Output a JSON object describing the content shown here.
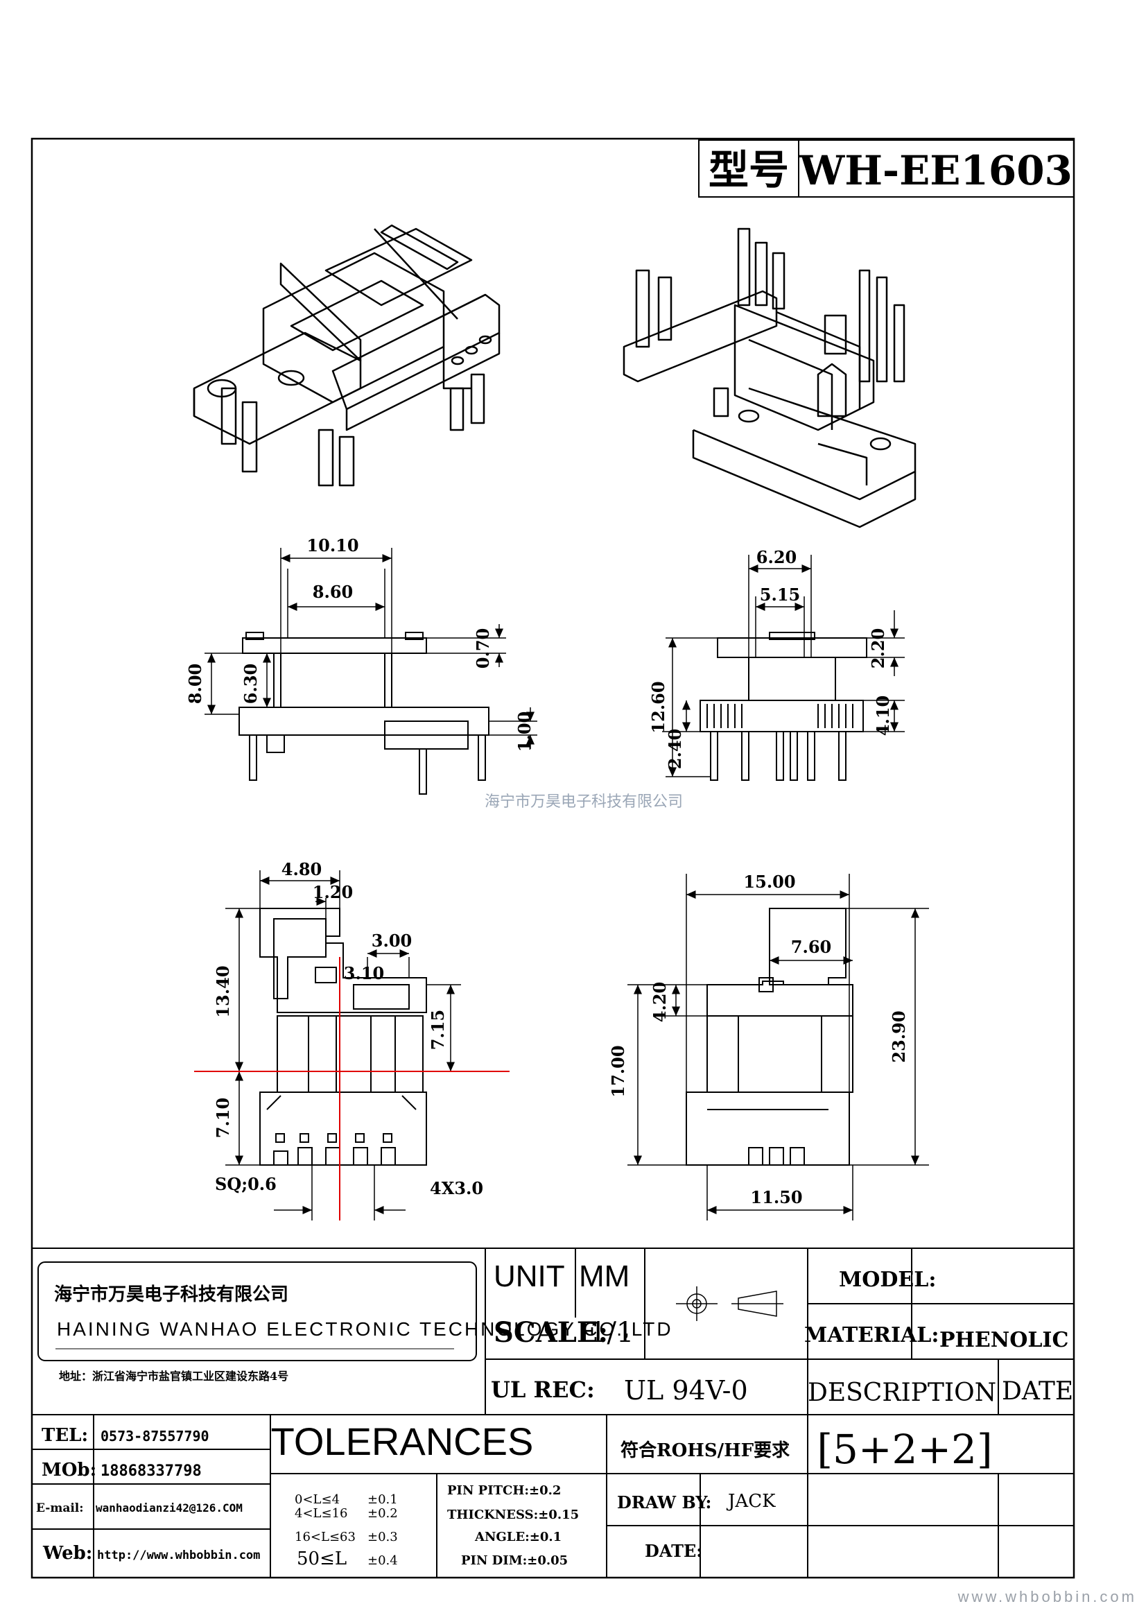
{
  "header": {
    "model_label": "型号",
    "model_no": "WH-EE1603"
  },
  "watermark": "海宁市万昊电子科技有限公司",
  "footer_url": "www.whbobbin.com",
  "top_view": {
    "dim_a": "10.10",
    "dim_b": "8.60",
    "dim_c": "0.70",
    "dim_d": "8.00",
    "dim_e": "6.30",
    "dim_f": "1.00"
  },
  "side_view": {
    "dim_a": "6.20",
    "dim_b": "5.15",
    "dim_c": "2.20",
    "dim_d": "12.60",
    "dim_e": "2.40",
    "dim_f": "4.10"
  },
  "bottom_left": {
    "dim_a": "4.80",
    "dim_b": "1.20",
    "dim_c": "3.00",
    "dim_d": "3.10",
    "dim_e": "13.40",
    "dim_f": "7.15",
    "dim_g": "7.10",
    "pin_sq": "SQ;0.6",
    "pin_pitch": "4X3.0"
  },
  "bottom_right": {
    "dim_a": "15.00",
    "dim_b": "7.60",
    "dim_c": "4.20",
    "dim_d": "17.00",
    "dim_e": "23.90",
    "dim_f": "11.50"
  },
  "title_block": {
    "company_cn": "海宁市万昊电子科技有限公司",
    "company_en": "HAINING WANHAO ELECTRONIC TECHNOLOGY CO.,LTD",
    "address": "地址：浙江省海宁市盐官镇工业区建设东路4号",
    "unit_label": "UNIT",
    "unit_value": "MM",
    "scale_label": "SCALE:",
    "scale_value": "1/1",
    "ul_label": "UL REC:",
    "ul_value": "UL 94V-0",
    "model_label": "MODEL:",
    "model_value": "",
    "material_label": "MATERIAL:",
    "material_value": "PHENOLIC",
    "description_label": "DESCRIPTION",
    "date_label": "DATE",
    "rohs": "符合ROHS/HF要求",
    "pin_config": "[5+2+2]",
    "tel_label": "TEL:",
    "tel_value": "0573-87557790",
    "mob_label": "MOb:",
    "mob_value": "18868337798",
    "email_label": "E-mail:",
    "email_value": "wanhaodianzi42@126.COM",
    "web_label": "Web:",
    "web_value": "http://www.whbobbin.com",
    "tolerances_title": "TOLERANCES",
    "tol_rows": [
      {
        "range": "0<L≤4",
        "value": "±0.1"
      },
      {
        "range": "4<L≤16",
        "value": "±0.2"
      },
      {
        "range": "16<L≤63",
        "value": "±0.3"
      },
      {
        "range": "50≤L",
        "value": "±0.4"
      }
    ],
    "pin_pitch": "PIN PITCH:±0.2",
    "thickness": "THICKNESS:±0.15",
    "angle": "ANGLE:±0.1",
    "pin_dim": "PIN DIM:±0.05",
    "draw_by_label": "DRAW BY:",
    "draw_by_value": "JACK",
    "date_field_label": "DATE:"
  }
}
